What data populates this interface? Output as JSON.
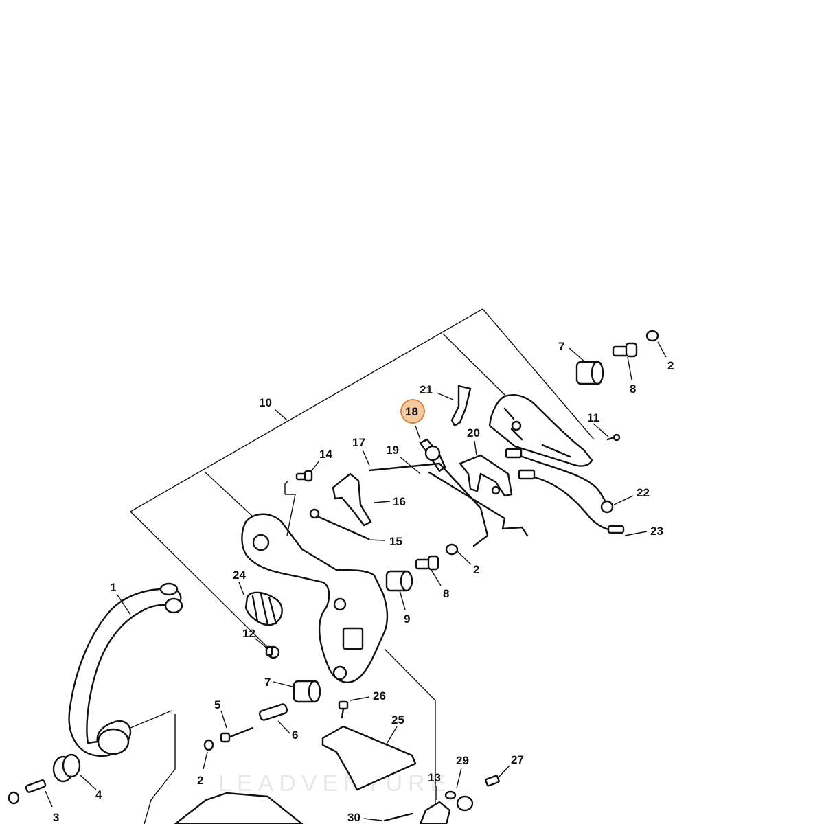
{
  "callouts": [
    {
      "id": "c7a",
      "label": "7"
    },
    {
      "id": "c2a",
      "label": "2"
    },
    {
      "id": "c8a",
      "label": "8"
    },
    {
      "id": "c21",
      "label": "21"
    },
    {
      "id": "c18",
      "label": "18"
    },
    {
      "id": "c10",
      "label": "10"
    },
    {
      "id": "c11",
      "label": "11"
    },
    {
      "id": "c17",
      "label": "17"
    },
    {
      "id": "c19",
      "label": "19"
    },
    {
      "id": "c20",
      "label": "20"
    },
    {
      "id": "c14",
      "label": "14"
    },
    {
      "id": "c16",
      "label": "16"
    },
    {
      "id": "c22",
      "label": "22"
    },
    {
      "id": "c15",
      "label": "15"
    },
    {
      "id": "c23",
      "label": "23"
    },
    {
      "id": "c2b",
      "label": "2"
    },
    {
      "id": "c24",
      "label": "24"
    },
    {
      "id": "c8b",
      "label": "8"
    },
    {
      "id": "c1",
      "label": "1"
    },
    {
      "id": "c9",
      "label": "9"
    },
    {
      "id": "c12",
      "label": "12"
    },
    {
      "id": "c7b",
      "label": "7"
    },
    {
      "id": "c26",
      "label": "26"
    },
    {
      "id": "c5",
      "label": "5"
    },
    {
      "id": "c25",
      "label": "25"
    },
    {
      "id": "c6",
      "label": "6"
    },
    {
      "id": "c29",
      "label": "29"
    },
    {
      "id": "c27",
      "label": "27"
    },
    {
      "id": "c2c",
      "label": "2"
    },
    {
      "id": "c13",
      "label": "13"
    },
    {
      "id": "c4",
      "label": "4"
    },
    {
      "id": "c3",
      "label": "3"
    },
    {
      "id": "c30",
      "label": "30"
    }
  ],
  "highlighted_callout": "18",
  "highlight_color": "#f3c9a0",
  "highlight_stroke": "#d9873f",
  "watermark": "LEADVENTURE"
}
